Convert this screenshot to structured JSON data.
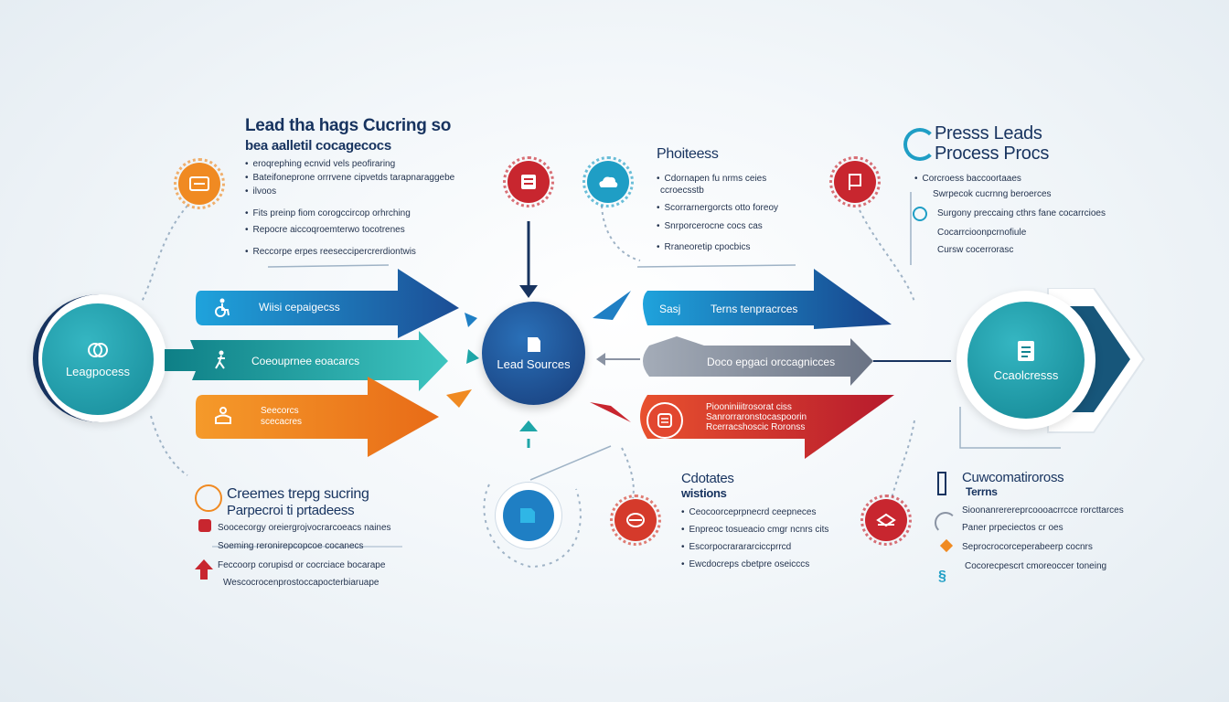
{
  "top_left": {
    "title": "Lead tha hags Cucring so",
    "subtitle": "bea aalletil cocagecocs",
    "lines": [
      "eroqrephing ecnvid vels peofiraring",
      "Bateifoneprone orrrvene cipvetds tarapnaraggebe",
      "ilvoos",
      "Fits preinp fiom corogccircop orhrching",
      "Repocre aiccoqroemterwo tocotrenes",
      "Reccorpe erpes reeseccipercrerdiontwis"
    ]
  },
  "middle_top": {
    "title": "Phoiteess",
    "lines": [
      "Cdornapen fu nrms ceies",
      "ccroecsstb",
      "Scorrarnergorcts otto foreoy",
      "Snrporcerocne cocs cas",
      "Rraneoretip cpocbics"
    ]
  },
  "top_right": {
    "title": "Presss Leads",
    "subtitle": "Process Procs",
    "lines": [
      "Corcroess baccoortaaes",
      "Swrpecok cucrnng beroerces",
      "Surgony preccaing cthrs fane cocarrcioes",
      "Cocarrcioonpcrnofiule",
      "Cursw cocerrorasc"
    ]
  },
  "left_circle": {
    "label": "Leagpocess"
  },
  "center_circle": {
    "label": "Lead Sources"
  },
  "right_circle": {
    "label": "Ccaolcresss"
  },
  "left_arrows": [
    "Wiisi cepaigecss",
    "Coeouprnee eoacarcs",
    "Seecorcs scecacres"
  ],
  "right_arrows": [
    {
      "lead": "Sasj",
      "label": "Terns tenpracrces"
    },
    {
      "lead": "",
      "label": "Doco epgaci orccagnicces"
    },
    {
      "lead": "",
      "label": "Piooniniiitrosorat ciss Sanrorraronstocaspoorin Rcerracshoscic Roronss"
    }
  ],
  "bottom_left": {
    "title": "Creemes trepg sucring",
    "subtitle": "Parpecroi ti prtadeess",
    "lines": [
      "Soocecorgy oreiergrojvocrarcoeacs naines",
      "Soeming reronirepcopcoe cocanecs",
      "Feccoorp corupisd or cocrciace bocarape",
      "Wescocrocenprostoccapocterbiaruape"
    ]
  },
  "bottom_middle": {
    "title": "Cdotates",
    "subtitle": "wistions",
    "lines": [
      "Ceocoorceprpnecrd ceepneces",
      "Enpreoc tosueacio cmgr ncnrs cits",
      "Escorpocrarararciccprrcd",
      "Ewcdocreps cbetpre oseicccs"
    ]
  },
  "bottom_right": {
    "title": "Cuwcomatiroross",
    "subtitle": "Terrns",
    "lines": [
      "Sioonanrerereprcoooacrrcce rorcttarces",
      "Paner prpeciectos cr oes",
      "Seprocrocorceperabeerp cocnrs",
      "Cocorecpescrt cmoreoccer toneing"
    ]
  },
  "colors": {
    "navy": "#17335f",
    "blue": "#1f7fc4",
    "teal": "#1ea6a8",
    "orange": "#f08a22",
    "red": "#c8262f",
    "gray": "#8a93a3"
  },
  "icons": [
    "ring-icon",
    "wheelchair-icon",
    "figure-icon",
    "person-icon",
    "document-icon",
    "book-icon",
    "flag-icon",
    "cloud-icon",
    "chart-icon",
    "message-icon",
    "folder-icon",
    "arrow-up-icon"
  ]
}
